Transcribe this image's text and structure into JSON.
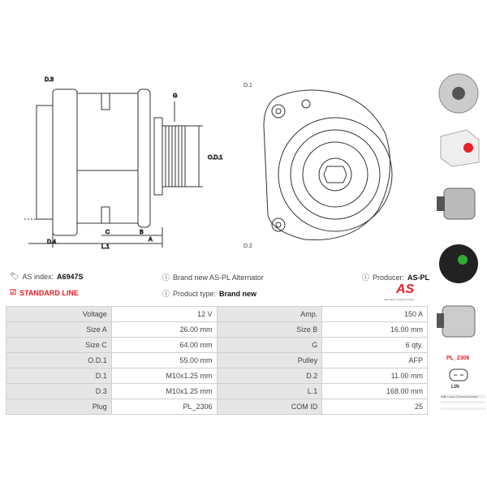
{
  "drawing": {
    "labels": [
      "D.3",
      "G",
      "O.D.1",
      "D.4",
      "C",
      "B",
      "A",
      "L.1",
      "D.1",
      "D.2"
    ]
  },
  "info": {
    "as_index_label": "AS index:",
    "as_index": "A6947S",
    "line": "STANDARD LINE",
    "desc": "Brand new AS-PL Alternator",
    "product_type_label": "Product type:",
    "product_type": "Brand new",
    "producer_label": "Producer:",
    "producer": "AS-PL",
    "logo_text": "AS",
    "logo_sub": "Alternators, Starters & Parts"
  },
  "specs": [
    [
      "Voltage",
      "12 V",
      "Amp.",
      "150 A"
    ],
    [
      "Size A",
      "26.00 mm",
      "Size B",
      "16.00 mm"
    ],
    [
      "Size C",
      "64.00 mm",
      "G",
      "6 qty."
    ],
    [
      "O.D.1",
      "55.00 mm",
      "Pulley",
      "AFP"
    ],
    [
      "D.1",
      "M10x1.25 mm",
      "D.2",
      "11.00 mm"
    ],
    [
      "D.3",
      "M10x1.25 mm",
      "L.1",
      "168.00 mm"
    ],
    [
      "Plug",
      "PL_2306",
      "COM ID",
      "25"
    ]
  ],
  "plug": {
    "code": "PL_2306",
    "type": "LIN",
    "legend": "LIN",
    "legend_desc": "Local Communication"
  }
}
